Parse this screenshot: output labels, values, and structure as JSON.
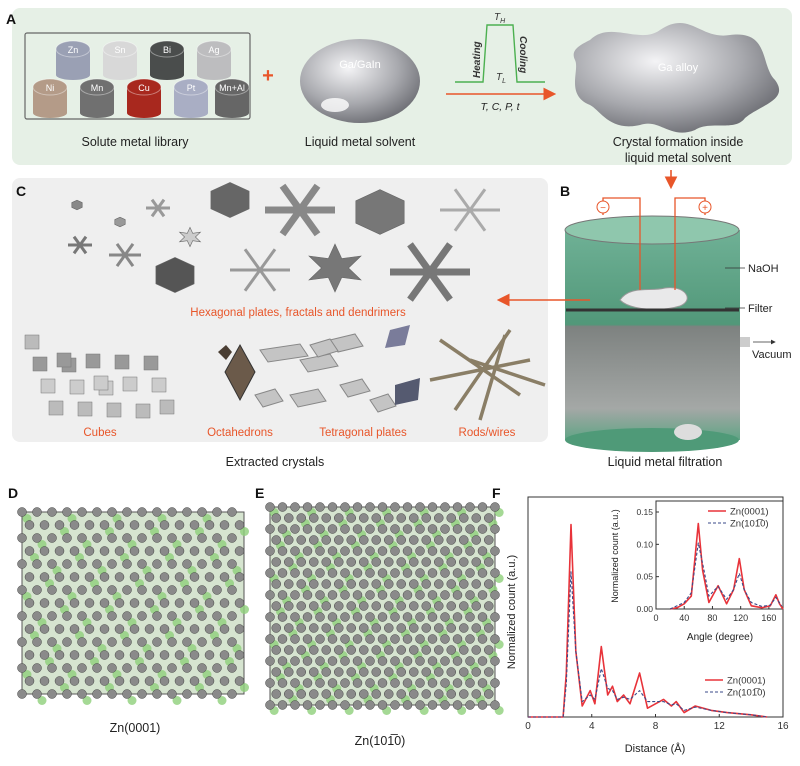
{
  "colors": {
    "accent": "#e8562a",
    "panel_a_bg": "#e6f0e6",
    "panel_c_bg": "#efefef",
    "red_series": "#e8333a",
    "blue_series": "#3a4a8a",
    "green_line": "#4cb050"
  },
  "panel_a": {
    "label": "A",
    "metals": [
      "Zn",
      "Sn",
      "Bi",
      "Ag",
      "Ni",
      "Mn",
      "Cu",
      "Pt",
      "Mn+Al"
    ],
    "library_caption": "Solute metal library",
    "plus": "+",
    "solvent_text": "Ga/GaIn",
    "solvent_caption": "Liquid metal solvent",
    "profile": {
      "t_high": "T",
      "t_high_sub": "H",
      "t_low": "T",
      "t_low_sub": "L",
      "heating": "Heating",
      "cooling": "Cooling",
      "conditions": "T, C, P, t"
    },
    "alloy_text": "Ga alloy",
    "alloy_caption_line1": "Crystal formation inside",
    "alloy_caption_line2": "liquid metal solvent"
  },
  "panel_b": {
    "label": "B",
    "minus": "−",
    "plus": "+",
    "naoh": "NaOH",
    "filter": "Filter",
    "vacuum": "Vacuum",
    "caption": "Liquid metal filtration"
  },
  "panel_c": {
    "label": "C",
    "hex_caption": "Hexagonal plates, fractals and dendrimers",
    "cubes": "Cubes",
    "octahedrons": "Octahedrons",
    "tetragonal": "Tetragonal plates",
    "rods": "Rods/wires",
    "caption": "Extracted crystals"
  },
  "panel_d": {
    "label": "D",
    "caption": "Zn(0001)"
  },
  "panel_e": {
    "label": "E",
    "caption": "Zn(101̅0)"
  },
  "chart_data": [
    {
      "type": "line",
      "label": "F",
      "xlabel": "Distance (Å)",
      "ylabel": "Normalized count (a.u.)",
      "xlim": [
        0,
        16
      ],
      "ylim": [
        0,
        1
      ],
      "xticks": [
        0,
        4,
        8,
        12,
        16
      ],
      "legend_position": "bottom-right",
      "series": [
        {
          "name": "Zn(0001)",
          "style": "solid",
          "x": [
            0,
            2.2,
            2.4,
            2.7,
            3.0,
            3.4,
            3.9,
            4.2,
            4.6,
            5.0,
            5.3,
            5.6,
            6.0,
            6.4,
            7.0,
            7.5,
            8.0,
            8.5,
            9.0,
            9.3,
            9.8,
            10.5,
            11.5,
            12.5,
            14,
            15
          ],
          "y": [
            0,
            0,
            0.2,
            0.875,
            0.3,
            0.05,
            0.12,
            0.06,
            0.32,
            0.1,
            0.14,
            0.07,
            0.1,
            0.06,
            0.2,
            0.04,
            0.06,
            0.08,
            0.05,
            0.07,
            0.02,
            0.05,
            0.03,
            0.02,
            0.01,
            0
          ]
        },
        {
          "name": "Zn(101̅0)",
          "style": "dashed",
          "x": [
            0,
            2.2,
            2.4,
            2.7,
            3.0,
            3.4,
            3.9,
            4.2,
            4.6,
            5.0,
            5.3,
            5.6,
            6.0,
            6.4,
            7.0,
            7.5,
            8.0,
            8.5,
            9.0,
            9.3,
            9.8,
            10.5,
            11.5,
            12.5,
            14,
            15
          ],
          "y": [
            0,
            0,
            0.15,
            0.66,
            0.3,
            0.07,
            0.1,
            0.08,
            0.22,
            0.13,
            0.12,
            0.08,
            0.09,
            0.08,
            0.12,
            0.07,
            0.07,
            0.07,
            0.055,
            0.06,
            0.03,
            0.045,
            0.03,
            0.02,
            0.01,
            0
          ]
        }
      ]
    },
    {
      "type": "line",
      "label": "inset",
      "xlabel": "Angle (degree)",
      "ylabel": "Normalized count (a.u.)",
      "xlim": [
        0,
        180
      ],
      "ylim": [
        0,
        0.167
      ],
      "xticks": [
        0,
        40,
        80,
        120,
        160
      ],
      "yticks": [
        "0.00",
        "0.05",
        "0.10",
        "0.15"
      ],
      "legend_position": "top-right",
      "series": [
        {
          "name": "Zn(0001)",
          "style": "solid",
          "x": [
            20,
            30,
            40,
            50,
            60,
            66,
            75,
            88,
            100,
            110,
            118,
            125,
            135,
            150,
            162,
            170,
            175,
            180
          ],
          "y": [
            0,
            0.002,
            0.008,
            0.02,
            0.132,
            0.06,
            0.01,
            0.036,
            0.008,
            0.03,
            0.078,
            0.03,
            0.005,
            0.002,
            0.005,
            0.022,
            0.008,
            0
          ]
        },
        {
          "name": "Zn(101̅0)",
          "style": "dashed",
          "x": [
            20,
            40,
            50,
            60,
            68,
            75,
            88,
            100,
            110,
            118,
            125,
            135,
            150,
            162,
            170,
            178
          ],
          "y": [
            0,
            0.01,
            0.025,
            0.102,
            0.06,
            0.02,
            0.035,
            0.015,
            0.03,
            0.055,
            0.03,
            0.01,
            0.004,
            0.006,
            0.018,
            0.005
          ]
        }
      ]
    }
  ]
}
